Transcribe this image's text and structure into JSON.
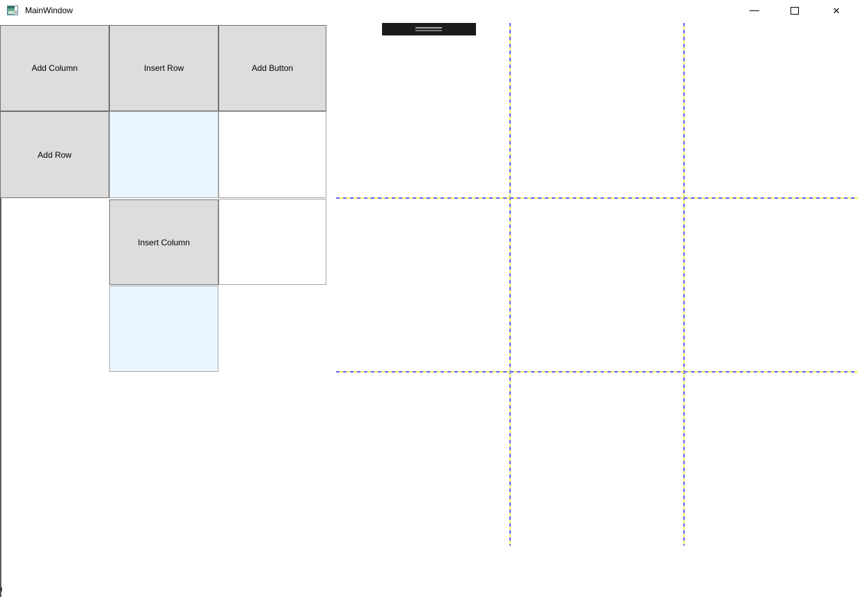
{
  "window": {
    "title": "MainWindow"
  },
  "titlebar": {
    "icons": {
      "app": "app-window-icon",
      "minimize": "—",
      "maximize": "□",
      "close": "✕"
    }
  },
  "buttons": {
    "add_column": "Add Column",
    "insert_row": "Insert Row",
    "add_button": "Add Button",
    "add_row": "Add Row",
    "insert_column": "Insert Column"
  },
  "designer_grid": {
    "columns": 3,
    "rows": 3,
    "gridlines_visible": true
  },
  "colors": {
    "button_bg": "#dddddd",
    "button_border": "#707070",
    "cell_border": "#a5a5a5",
    "highlight_cell_bg": "#eaf5fd",
    "gridline_blue": "#6262f2",
    "gridline_yellow": "#f7f75e",
    "splitter_bg": "#1b1b1b",
    "splitter_grip": "#a6a6a6"
  }
}
